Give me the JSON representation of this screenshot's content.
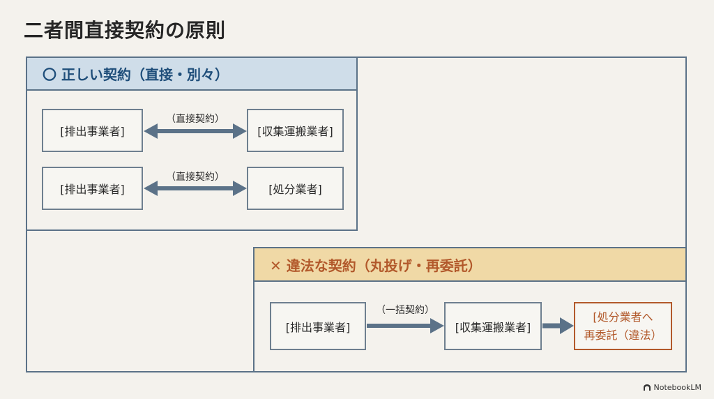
{
  "title": "二者間直接契約の原則",
  "good_panel": {
    "heading": "〇 正しい契約（直接・別々）",
    "row1": {
      "left": "[排出事業者]",
      "label": "（直接契約）",
      "right": "[収集運搬業者]"
    },
    "row2": {
      "left": "[排出事業者]",
      "label": "（直接契約）",
      "right": "[処分業者]"
    }
  },
  "bad_panel": {
    "heading": "✕ 違法な契約（丸投げ・再委託）",
    "box1": "[排出事業者]",
    "label": "（一括契約）",
    "box2": "[収集運搬業者]",
    "box3_line1": "[処分業者へ",
    "box3_line2": "再委託（違法）"
  },
  "brand": "NotebookLM",
  "colors": {
    "good_header_bg": "#cfdde9",
    "bad_header_bg": "#f0d9a6",
    "arrow": "#5b7288",
    "bad_text": "#b2592b"
  }
}
